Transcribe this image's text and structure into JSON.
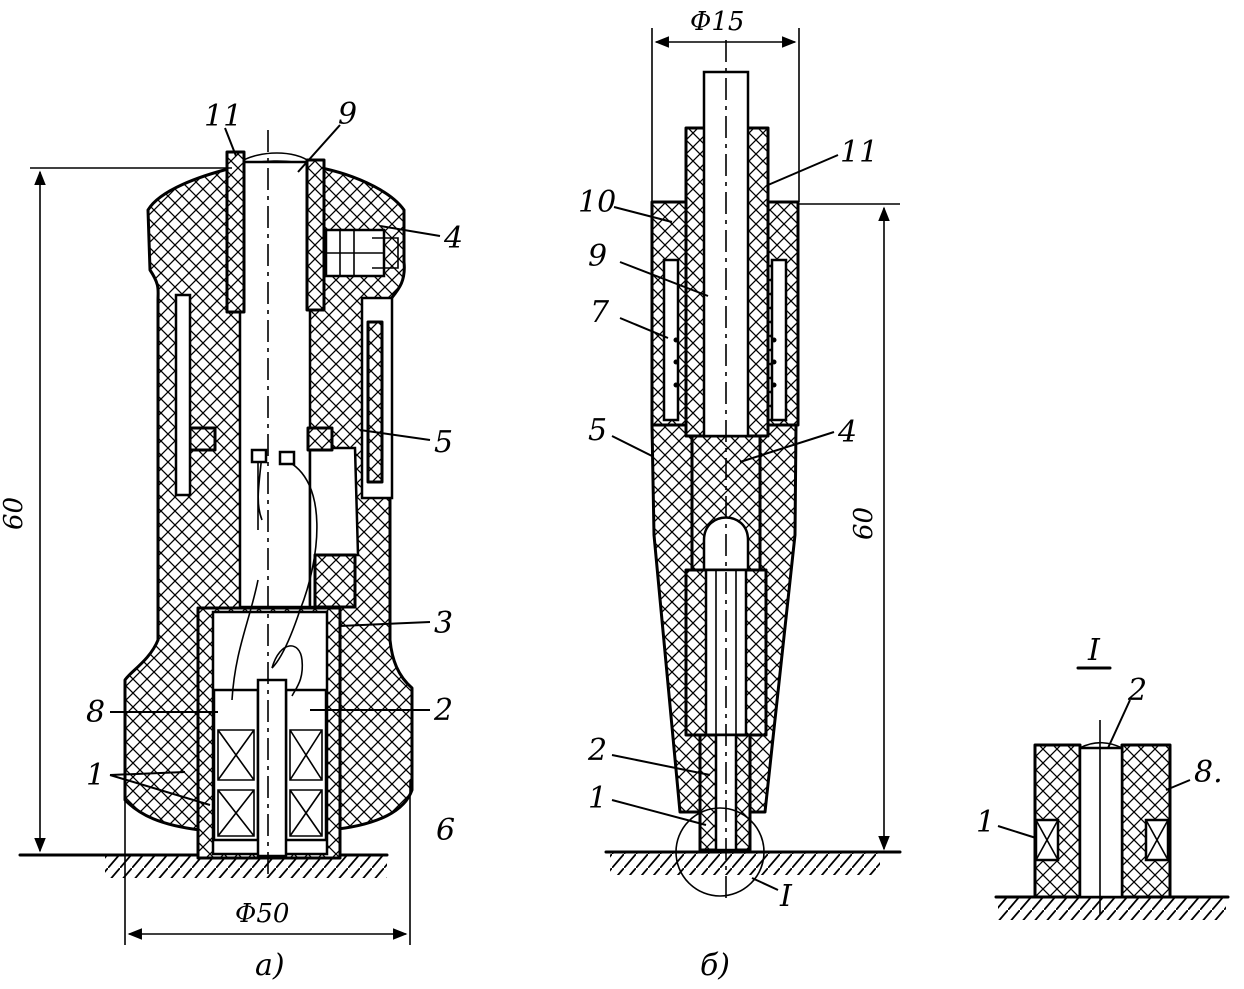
{
  "diagram": {
    "fig_a": {
      "caption": "а)",
      "height_dim": "60",
      "diameter_dim": "Φ50",
      "labels": {
        "l11": "11",
        "l9": "9",
        "l4": "4",
        "l5": "5",
        "l3": "3",
        "l2": "2",
        "l8": "8",
        "l1": "1",
        "l6": "6"
      }
    },
    "fig_b": {
      "caption": "б)",
      "height_dim": "60",
      "diameter_dim": "Φ15",
      "detail_mark": "I",
      "labels": {
        "l11": "11",
        "l10": "10",
        "l9": "9",
        "l7": "7",
        "l5": "5",
        "l4": "4",
        "l2": "2",
        "l1": "1"
      }
    },
    "detail": {
      "title": "I",
      "labels": {
        "l2": "2",
        "l8": "8.",
        "l1": "1"
      }
    }
  }
}
